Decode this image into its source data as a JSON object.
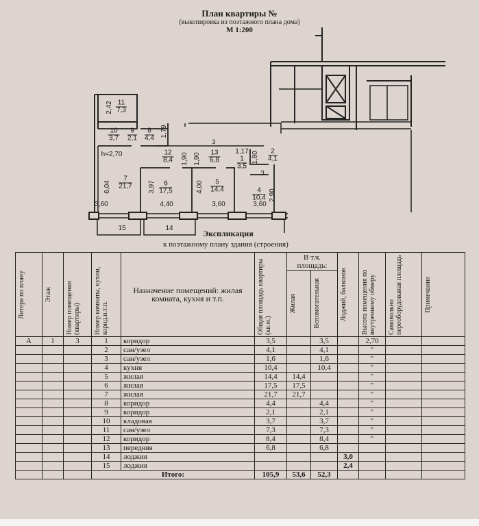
{
  "header": {
    "title": "План квартиры №",
    "subtitle": "(выкопировка из поэтажного плана дома)",
    "scale": "М 1:200"
  },
  "plan": {
    "rooms": [
      {
        "n": "11",
        "a": "7,3"
      },
      {
        "n": "10",
        "a": "3,7"
      },
      {
        "n": "9",
        "a": "2,1"
      },
      {
        "n": "8",
        "a": "4,4"
      },
      {
        "n": "12",
        "a": "8,4"
      },
      {
        "n": "13",
        "a": "6,8"
      },
      {
        "n": "1",
        "a": "3,5"
      },
      {
        "n": "2",
        "a": "4,1"
      },
      {
        "n": "7",
        "a": "21,7"
      },
      {
        "n": "6",
        "a": "17,5"
      },
      {
        "n": "5",
        "a": "14,4"
      },
      {
        "n": "4",
        "a": "10,4"
      }
    ],
    "labels": {
      "room3": "3",
      "room3b": "3",
      "balcony15": "15",
      "balcony14": "14",
      "height": "h=2,70",
      "d_242": "2,42",
      "d_179": "1,79",
      "d_190a": "1,90",
      "d_190b": "1,90",
      "d_117": "1,17",
      "d_180": "1,80",
      "d_604": "6,04",
      "d_397": "3,97",
      "d_400": "4,00",
      "d_290": "2,90",
      "w1": "3,60",
      "w2": "4,40",
      "w3": "3,60",
      "w4": "3,60"
    }
  },
  "explication": {
    "title": "Экспликация",
    "subtitle": "к поэтажному плану здания (строения)"
  },
  "table": {
    "headers": {
      "litera": "Литера по плану",
      "floor": "Этаж",
      "apt": "Номер помещения (квартиры)",
      "room_no": "Номер комнаты, кухни, корид.и.т.п.",
      "purpose": "Назначение помещений: жилая комната, кухня и т.п.",
      "total": "Общая площадь квартиры (кв.м.)",
      "incl": "В т.ч. площадь:",
      "living": "Жилая",
      "aux": "Вспомогательная",
      "loggia": "Лоджий, балконов",
      "height": "Высота помещения по внутреннему обмеру",
      "unauth": "Самовольно переоборудованая площадь",
      "note": "Примечание"
    },
    "first": {
      "litera": "А",
      "floor": "1",
      "apt": "3"
    },
    "rows": [
      {
        "no": "1",
        "name": "коридор",
        "total": "3,5",
        "living": "",
        "aux": "3,5",
        "loggia": "",
        "height": "2,70"
      },
      {
        "no": "2",
        "name": "сан/узел",
        "total": "4,1",
        "living": "",
        "aux": "4,1",
        "loggia": "",
        "height": "\""
      },
      {
        "no": "3",
        "name": "сан/узел",
        "total": "1,6",
        "living": "",
        "aux": "1,6",
        "loggia": "",
        "height": "\""
      },
      {
        "no": "4",
        "name": "кухня",
        "total": "10,4",
        "living": "",
        "aux": "10,4",
        "loggia": "",
        "height": "\""
      },
      {
        "no": "5",
        "name": "жилая",
        "total": "14,4",
        "living": "14,4",
        "aux": "",
        "loggia": "",
        "height": "\""
      },
      {
        "no": "6",
        "name": "жилая",
        "total": "17,5",
        "living": "17,5",
        "aux": "",
        "loggia": "",
        "height": "\""
      },
      {
        "no": "7",
        "name": "жилая",
        "total": "21,7",
        "living": "21,7",
        "aux": "",
        "loggia": "",
        "height": "\""
      },
      {
        "no": "8",
        "name": "коридор",
        "total": "4,4",
        "living": "",
        "aux": "4,4",
        "loggia": "",
        "height": "\""
      },
      {
        "no": "9",
        "name": "коридор",
        "total": "2,1",
        "living": "",
        "aux": "2,1",
        "loggia": "",
        "height": "\""
      },
      {
        "no": "10",
        "name": "кладовая",
        "total": "3,7",
        "living": "",
        "aux": "3,7",
        "loggia": "",
        "height": "\""
      },
      {
        "no": "11",
        "name": "сан/узел",
        "total": "7,3",
        "living": "",
        "aux": "7,3",
        "loggia": "",
        "height": "\""
      },
      {
        "no": "12",
        "name": "коридор",
        "total": "8,4",
        "living": "",
        "aux": "8,4",
        "loggia": "",
        "height": "\""
      },
      {
        "no": "13",
        "name": "передняя",
        "total": "6,8",
        "living": "",
        "aux": "6,8",
        "loggia": "",
        "height": ""
      },
      {
        "no": "14",
        "name": "лоджия",
        "total": "",
        "living": "",
        "aux": "",
        "loggia": "3,0",
        "height": ""
      },
      {
        "no": "15",
        "name": "лоджия",
        "total": "",
        "living": "",
        "aux": "",
        "loggia": "2,4",
        "height": ""
      }
    ],
    "totals": {
      "label": "Итого:",
      "total": "105,9",
      "living": "53,6",
      "aux": "52,3"
    }
  }
}
